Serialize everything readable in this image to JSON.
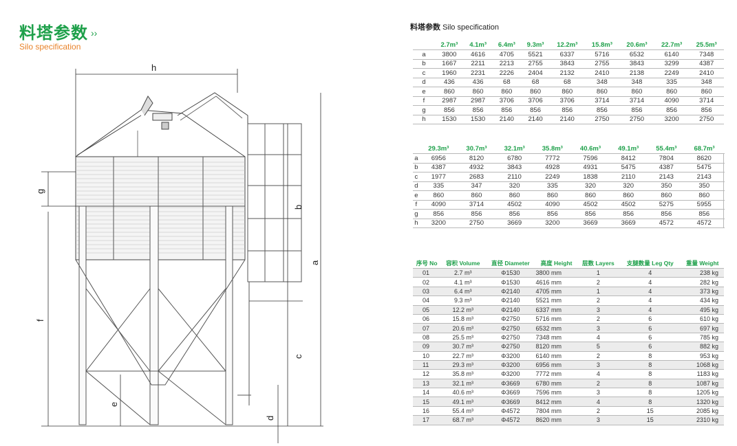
{
  "header": {
    "title_cn": "料塔参数",
    "arrows": "››",
    "subtitle": "Silo specification"
  },
  "spec_heading": {
    "cn": "料塔参数",
    "en": "Silo specification"
  },
  "drawing_labels": {
    "h": "h",
    "a": "a",
    "b": "b",
    "c": "c",
    "d": "d",
    "e": "e",
    "f": "f",
    "g": "g"
  },
  "table1": {
    "columns": [
      "2.7m³",
      "4.1m³",
      "6.4m³",
      "9.3m³",
      "12.2m³",
      "15.8m³",
      "20.6m³",
      "22.7m³",
      "25.5m³"
    ],
    "rows": [
      {
        "key": "a",
        "values": [
          "3800",
          "4616",
          "4705",
          "5521",
          "6337",
          "5716",
          "6532",
          "6140",
          "7348"
        ]
      },
      {
        "key": "b",
        "values": [
          "1667",
          "2211",
          "2213",
          "2755",
          "3843",
          "2755",
          "3843",
          "3299",
          "4387"
        ]
      },
      {
        "key": "c",
        "values": [
          "1960",
          "2231",
          "2226",
          "2404",
          "2132",
          "2410",
          "2138",
          "2249",
          "2410"
        ]
      },
      {
        "key": "d",
        "values": [
          "436",
          "436",
          "68",
          "68",
          "68",
          "348",
          "348",
          "335",
          "348"
        ]
      },
      {
        "key": "e",
        "values": [
          "860",
          "860",
          "860",
          "860",
          "860",
          "860",
          "860",
          "860",
          "860"
        ]
      },
      {
        "key": "f",
        "values": [
          "2987",
          "2987",
          "3706",
          "3706",
          "3706",
          "3714",
          "3714",
          "4090",
          "3714"
        ]
      },
      {
        "key": "g",
        "values": [
          "856",
          "856",
          "856",
          "856",
          "856",
          "856",
          "856",
          "856",
          "856"
        ]
      },
      {
        "key": "h",
        "values": [
          "1530",
          "1530",
          "2140",
          "2140",
          "2140",
          "2750",
          "2750",
          "3200",
          "2750"
        ]
      }
    ]
  },
  "table2": {
    "columns": [
      "29.3m³",
      "30.7m³",
      "32.1m³",
      "35.8m³",
      "40.6m³",
      "49.1m³",
      "55.4m³",
      "68.7m³"
    ],
    "rows": [
      {
        "key": "a",
        "values": [
          "6956",
          "8120",
          "6780",
          "7772",
          "7596",
          "8412",
          "7804",
          "8620"
        ]
      },
      {
        "key": "b",
        "values": [
          "4387",
          "4932",
          "3843",
          "4928",
          "4931",
          "5475",
          "4387",
          "5475"
        ]
      },
      {
        "key": "c",
        "values": [
          "1977",
          "2683",
          "2110",
          "2249",
          "1838",
          "2110",
          "2143",
          "2143"
        ]
      },
      {
        "key": "d",
        "values": [
          "335",
          "347",
          "320",
          "335",
          "320",
          "320",
          "350",
          "350"
        ]
      },
      {
        "key": "e",
        "values": [
          "860",
          "860",
          "860",
          "860",
          "860",
          "860",
          "860",
          "860"
        ]
      },
      {
        "key": "f",
        "values": [
          "4090",
          "3714",
          "4502",
          "4090",
          "4502",
          "4502",
          "5275",
          "5955"
        ]
      },
      {
        "key": "g",
        "values": [
          "856",
          "856",
          "856",
          "856",
          "856",
          "856",
          "856",
          "856"
        ]
      },
      {
        "key": "h",
        "values": [
          "3200",
          "2750",
          "3669",
          "3200",
          "3669",
          "3669",
          "4572",
          "4572"
        ]
      }
    ]
  },
  "table3": {
    "headers": [
      "序号 No",
      "容积 Volume",
      "直径 Diameter",
      "高度 Height",
      "层数 Layers",
      "支腿数量 Leg Qty",
      "重量 Weight"
    ],
    "rows": [
      [
        "01",
        "2.7 m³",
        "Φ1530",
        "3800 mm",
        "1",
        "4",
        "238 kg"
      ],
      [
        "02",
        "4.1 m³",
        "Φ1530",
        "4616 mm",
        "2",
        "4",
        "282 kg"
      ],
      [
        "03",
        "6.4 m³",
        "Φ2140",
        "4705 mm",
        "1",
        "4",
        "373 kg"
      ],
      [
        "04",
        "9.3 m³",
        "Φ2140",
        "5521 mm",
        "2",
        "4",
        "434 kg"
      ],
      [
        "05",
        "12.2 m³",
        "Φ2140",
        "6337 mm",
        "3",
        "4",
        "495 kg"
      ],
      [
        "06",
        "15.8 m³",
        "Φ2750",
        "5716 mm",
        "2",
        "6",
        "610 kg"
      ],
      [
        "07",
        "20.6 m³",
        "Φ2750",
        "6532 mm",
        "3",
        "6",
        "697 kg"
      ],
      [
        "08",
        "25.5 m³",
        "Φ2750",
        "7348 mm",
        "4",
        "6",
        "785 kg"
      ],
      [
        "09",
        "30.7 m³",
        "Φ2750",
        "8120 mm",
        "5",
        "6",
        "882 kg"
      ],
      [
        "10",
        "22.7 m³",
        "Φ3200",
        "6140 mm",
        "2",
        "8",
        "953 kg"
      ],
      [
        "11",
        "29.3 m³",
        "Φ3200",
        "6956 mm",
        "3",
        "8",
        "1068 kg"
      ],
      [
        "12",
        "35.8 m³",
        "Φ3200",
        "7772 mm",
        "4",
        "8",
        "1183 kg"
      ],
      [
        "13",
        "32.1 m³",
        "Φ3669",
        "6780 mm",
        "2",
        "8",
        "1087 kg"
      ],
      [
        "14",
        "40.6 m³",
        "Φ3669",
        "7596 mm",
        "3",
        "8",
        "1205 kg"
      ],
      [
        "15",
        "49.1 m³",
        "Φ3669",
        "8412 mm",
        "4",
        "8",
        "1320 kg"
      ],
      [
        "16",
        "55.4 m³",
        "Φ4572",
        "7804 mm",
        "2",
        "15",
        "2085 kg"
      ],
      [
        "17",
        "68.7 m³",
        "Φ4572",
        "8620 mm",
        "3",
        "15",
        "2310 kg"
      ]
    ]
  },
  "colors": {
    "accent_green": "#1ea04a",
    "accent_orange": "#e8832a"
  }
}
